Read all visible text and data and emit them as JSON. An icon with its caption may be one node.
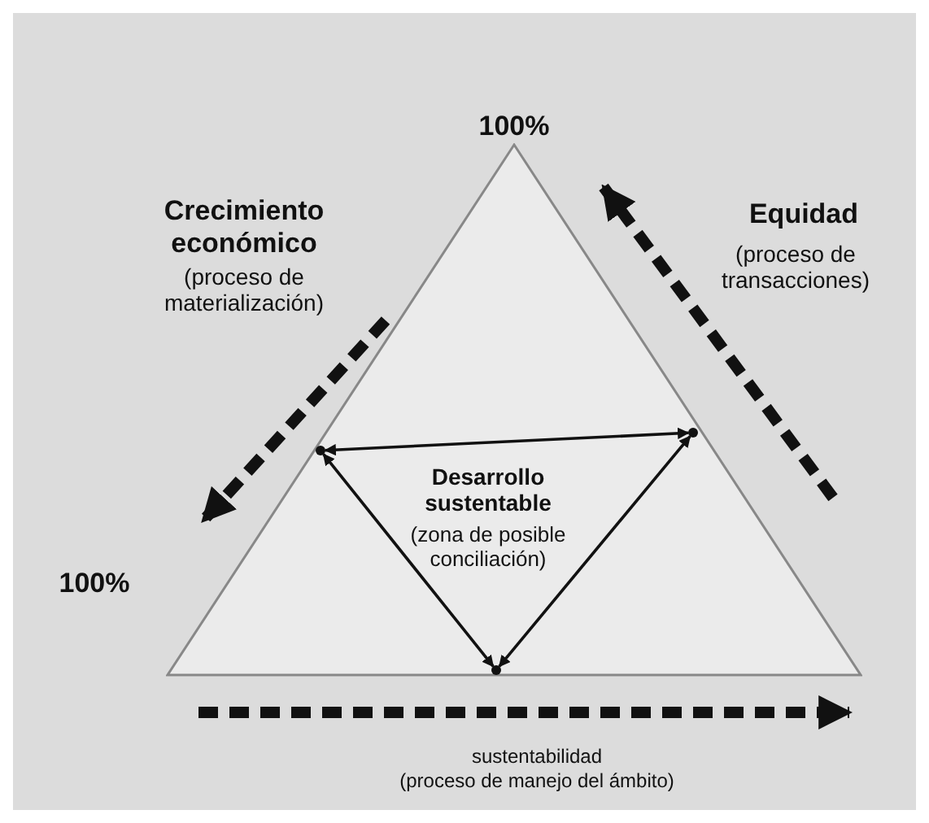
{
  "diagram": {
    "nodes": [
      {
        "text": [
          "Desarrollo sustentable",
          "(zona de posible conciliación)"
        ]
      },
      {
        "text": [],
        "shape": "point",
        "in": 0
      },
      {
        "text": [],
        "shape": "point",
        "in": 0
      },
      {
        "text": [],
        "shape": "point",
        "in": 0
      }
    ],
    "edges": [
      {
        "from": 1,
        "to": 2,
        "arrow": "both"
      },
      {
        "from": 1,
        "to": 3,
        "arrow": "both"
      },
      {
        "from": 2,
        "to": 3,
        "arrow": "both"
      }
    ],
    "labels": [
      "100%",
      "Crecimiento económico",
      "(proceso de materialización)",
      "Equidad",
      "(proceso de transacciones)",
      "100%",
      "sustentabilidad",
      "(proceso de manejo del ámbito)"
    ]
  }
}
